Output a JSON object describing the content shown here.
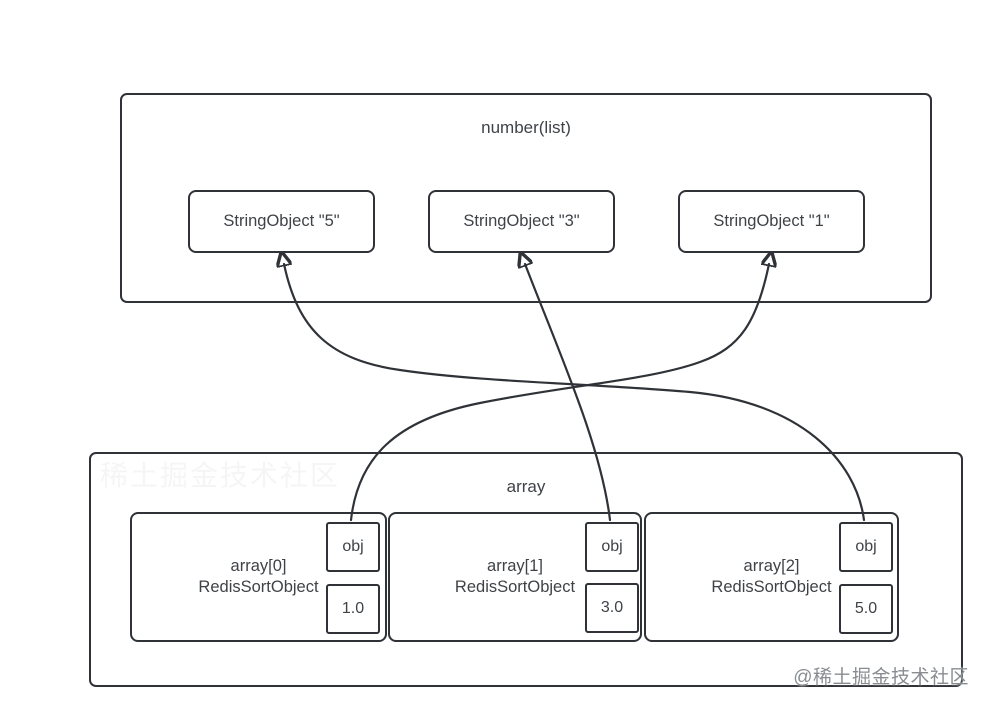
{
  "diagram": {
    "top_group": {
      "title": "number(list)",
      "items": [
        {
          "label": "StringObject \"5\""
        },
        {
          "label": "StringObject \"3\""
        },
        {
          "label": "StringObject \"1\""
        }
      ]
    },
    "bottom_group": {
      "title": "array",
      "items": [
        {
          "index_label": "array[0]",
          "type_label": "RedisSortObject",
          "pointer_label": "obj",
          "score": "1.0"
        },
        {
          "index_label": "array[1]",
          "type_label": "RedisSortObject",
          "pointer_label": "obj",
          "score": "3.0"
        },
        {
          "index_label": "array[2]",
          "type_label": "RedisSortObject",
          "pointer_label": "obj",
          "score": "5.0"
        }
      ]
    },
    "arrows": [
      {
        "from": "array[0].obj",
        "to": "StringObject \"1\""
      },
      {
        "from": "array[1].obj",
        "to": "StringObject \"3\""
      },
      {
        "from": "array[2].obj",
        "to": "StringObject \"5\""
      }
    ],
    "colors": {
      "line": "#2f3338",
      "text": "#3f4347",
      "background": "#ffffff",
      "watermark": "#898d92"
    },
    "watermark": "@稀土掘金技术社区",
    "ghost_watermark": "稀土掘金技术社区"
  }
}
